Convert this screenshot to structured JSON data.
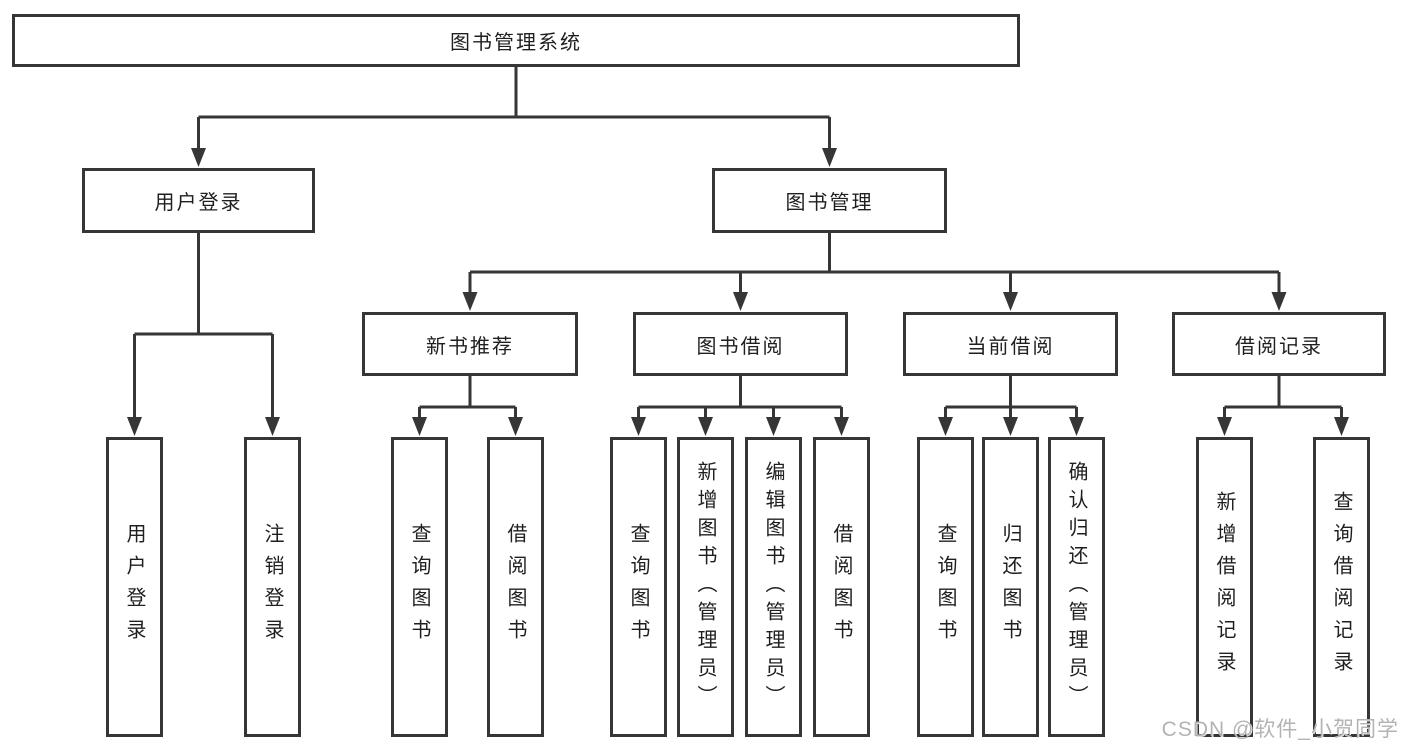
{
  "diagram": {
    "nodes": {
      "root": {
        "label": "图书管理系统",
        "children": [
          "login",
          "mgmt"
        ]
      },
      "login": {
        "label": "用户登录",
        "children": [
          "login_user",
          "login_logout"
        ]
      },
      "mgmt": {
        "label": "图书管理",
        "children": [
          "recommend",
          "borrow",
          "current",
          "records"
        ]
      },
      "recommend": {
        "label": "新书推荐",
        "children": [
          "rec_query",
          "rec_borrow"
        ]
      },
      "borrow": {
        "label": "图书借阅",
        "children": [
          "bor_query",
          "bor_add",
          "bor_edit",
          "bor_borrow"
        ]
      },
      "current": {
        "label": "当前借阅",
        "children": [
          "cur_query",
          "cur_return",
          "cur_confirm"
        ]
      },
      "records": {
        "label": "借阅记录",
        "children": [
          "recd_add",
          "recd_query"
        ]
      },
      "login_user": {
        "label": "用户登录",
        "children": []
      },
      "login_logout": {
        "label": "注销登录",
        "children": []
      },
      "rec_query": {
        "label": "查询图书",
        "children": []
      },
      "rec_borrow": {
        "label": "借阅图书",
        "children": []
      },
      "bor_query": {
        "label": "查询图书",
        "children": []
      },
      "bor_add": {
        "label": "新增图书（管理员）",
        "children": []
      },
      "bor_edit": {
        "label": "编辑图书（管理员）",
        "children": []
      },
      "bor_borrow": {
        "label": "借阅图书",
        "children": []
      },
      "cur_query": {
        "label": "查询图书",
        "children": []
      },
      "cur_return": {
        "label": "归还图书",
        "children": []
      },
      "cur_confirm": {
        "label": "确认归还（管理员）",
        "children": []
      },
      "recd_add": {
        "label": "新增借阅记录",
        "children": []
      },
      "recd_query": {
        "label": "查询借阅记录",
        "children": []
      }
    }
  },
  "watermark": {
    "text": "CSDN @软件_小贺同学"
  },
  "colors": {
    "line": "#363636",
    "text": "#1f1f1f",
    "watermark": "#b3b3b3",
    "background": "#ffffff"
  }
}
